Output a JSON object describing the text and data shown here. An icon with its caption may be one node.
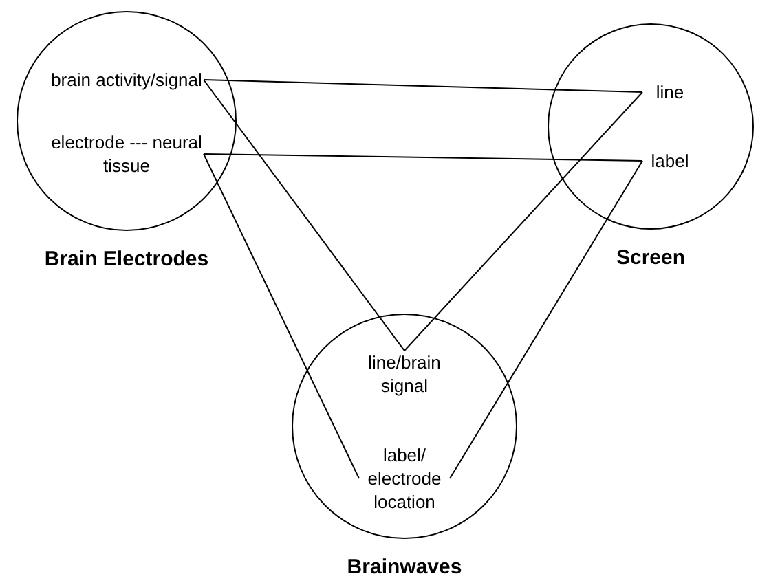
{
  "diagram": {
    "nodes": [
      {
        "text": [
          "Brain Electrodes"
        ]
      },
      {
        "text": [
          "brain activity/signal"
        ],
        "in": 0
      },
      {
        "text": [
          "electrode --- neural tissue"
        ],
        "in": 0
      },
      {
        "text": [
          "Screen"
        ]
      },
      {
        "text": [
          "line"
        ],
        "in": 3
      },
      {
        "text": [
          "label"
        ],
        "in": 3
      },
      {
        "text": [
          "Brainwaves"
        ]
      },
      {
        "text": [
          "line/brain signal"
        ],
        "in": 6
      },
      {
        "text": [
          "label/ electrode location"
        ],
        "in": 6
      }
    ],
    "edges": [
      {
        "from": 1,
        "to": 4,
        "arrow": "none"
      },
      {
        "from": 1,
        "to": 7,
        "arrow": "none"
      },
      {
        "from": 4,
        "to": 7,
        "arrow": "none"
      },
      {
        "from": 2,
        "to": 5,
        "arrow": "none"
      },
      {
        "from": 2,
        "to": 8,
        "arrow": "none"
      },
      {
        "from": 5,
        "to": 8,
        "arrow": "none"
      }
    ]
  }
}
